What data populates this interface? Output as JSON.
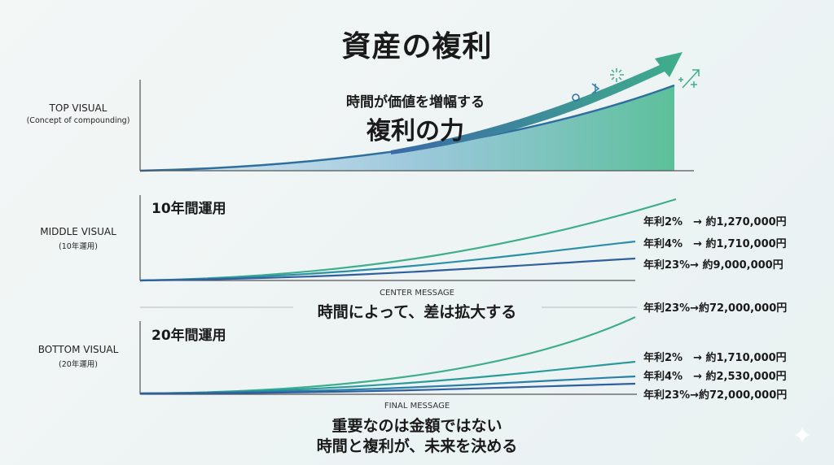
{
  "title": "資産の複利",
  "top": {
    "label": "TOP VISUAL",
    "sub": "(Concept of compounding)",
    "tagline": "時間が価値を増幅する",
    "headline": "複利の力"
  },
  "middle": {
    "label": "MIDDLE VISUAL",
    "sub": "(10年運用)",
    "heading": "10年間運用",
    "rates": [
      {
        "text": "年利2%　→ 約1,270,000円"
      },
      {
        "text": "年利4%　→ 約1,710,000円"
      },
      {
        "text": "年利23%→ 約9,000,000円"
      }
    ]
  },
  "center": {
    "caption": "CENTER MESSAGE",
    "message": "時間によって、差は拡大する",
    "highlight": "年利23%→約72,000,000円"
  },
  "bottom": {
    "label": "BOTTOM VISUAL",
    "sub": "(20年運用)",
    "heading": "20年間運用",
    "rates": [
      {
        "text": "年利2%　→ 約1,710,000円"
      },
      {
        "text": "年利4%　→ 約2,530,000円"
      },
      {
        "text": "年利23%→約72,000,000円"
      }
    ]
  },
  "final": {
    "caption": "FINAL MESSAGE",
    "line1": "重要なのは金額ではない",
    "line2": "時間と複利が、未来を決める"
  },
  "colors": {
    "green": "#3fae8a",
    "teal": "#2b8fa8",
    "blue": "#2f5f9f",
    "axis": "#555555"
  }
}
